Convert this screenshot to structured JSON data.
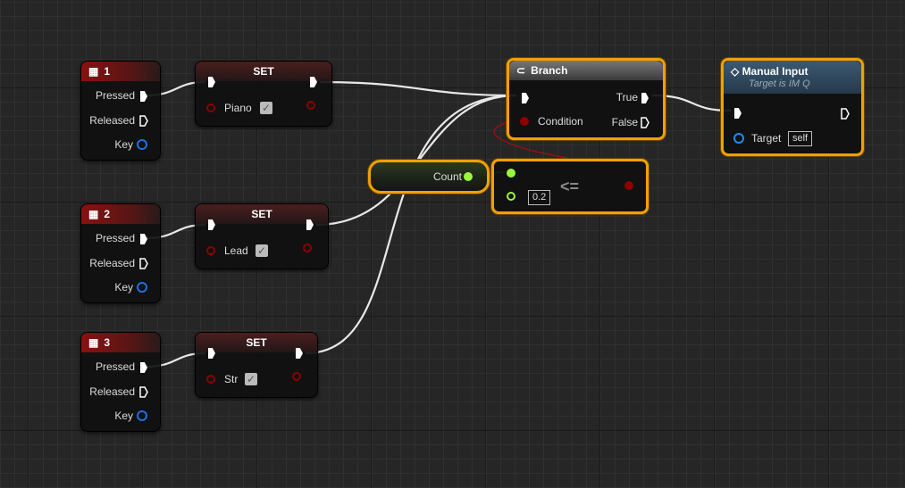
{
  "key_events": [
    {
      "title": "1",
      "pressed": "Pressed",
      "released": "Released",
      "key": "Key"
    },
    {
      "title": "2",
      "pressed": "Pressed",
      "released": "Released",
      "key": "Key"
    },
    {
      "title": "3",
      "pressed": "Pressed",
      "released": "Released",
      "key": "Key"
    }
  ],
  "set_nodes": [
    {
      "title": "SET",
      "var": "Piano",
      "checked": true
    },
    {
      "title": "SET",
      "var": "Lead",
      "checked": true
    },
    {
      "title": "SET",
      "var": "Str",
      "checked": true
    }
  ],
  "branch": {
    "title": "Branch",
    "condition": "Condition",
    "true": "True",
    "false": "False"
  },
  "manual_input": {
    "title": "Manual Input",
    "subtitle": "Target is IM Q",
    "target": "Target",
    "target_value": "self"
  },
  "count": {
    "label": "Count"
  },
  "compare": {
    "operator": "<=",
    "value": "0.2"
  },
  "colors": {
    "exec": "#ffffff",
    "bool": "#8c0000",
    "float": "#9cf53c",
    "object": "#1e8cf0",
    "selected": "#f0a000"
  }
}
